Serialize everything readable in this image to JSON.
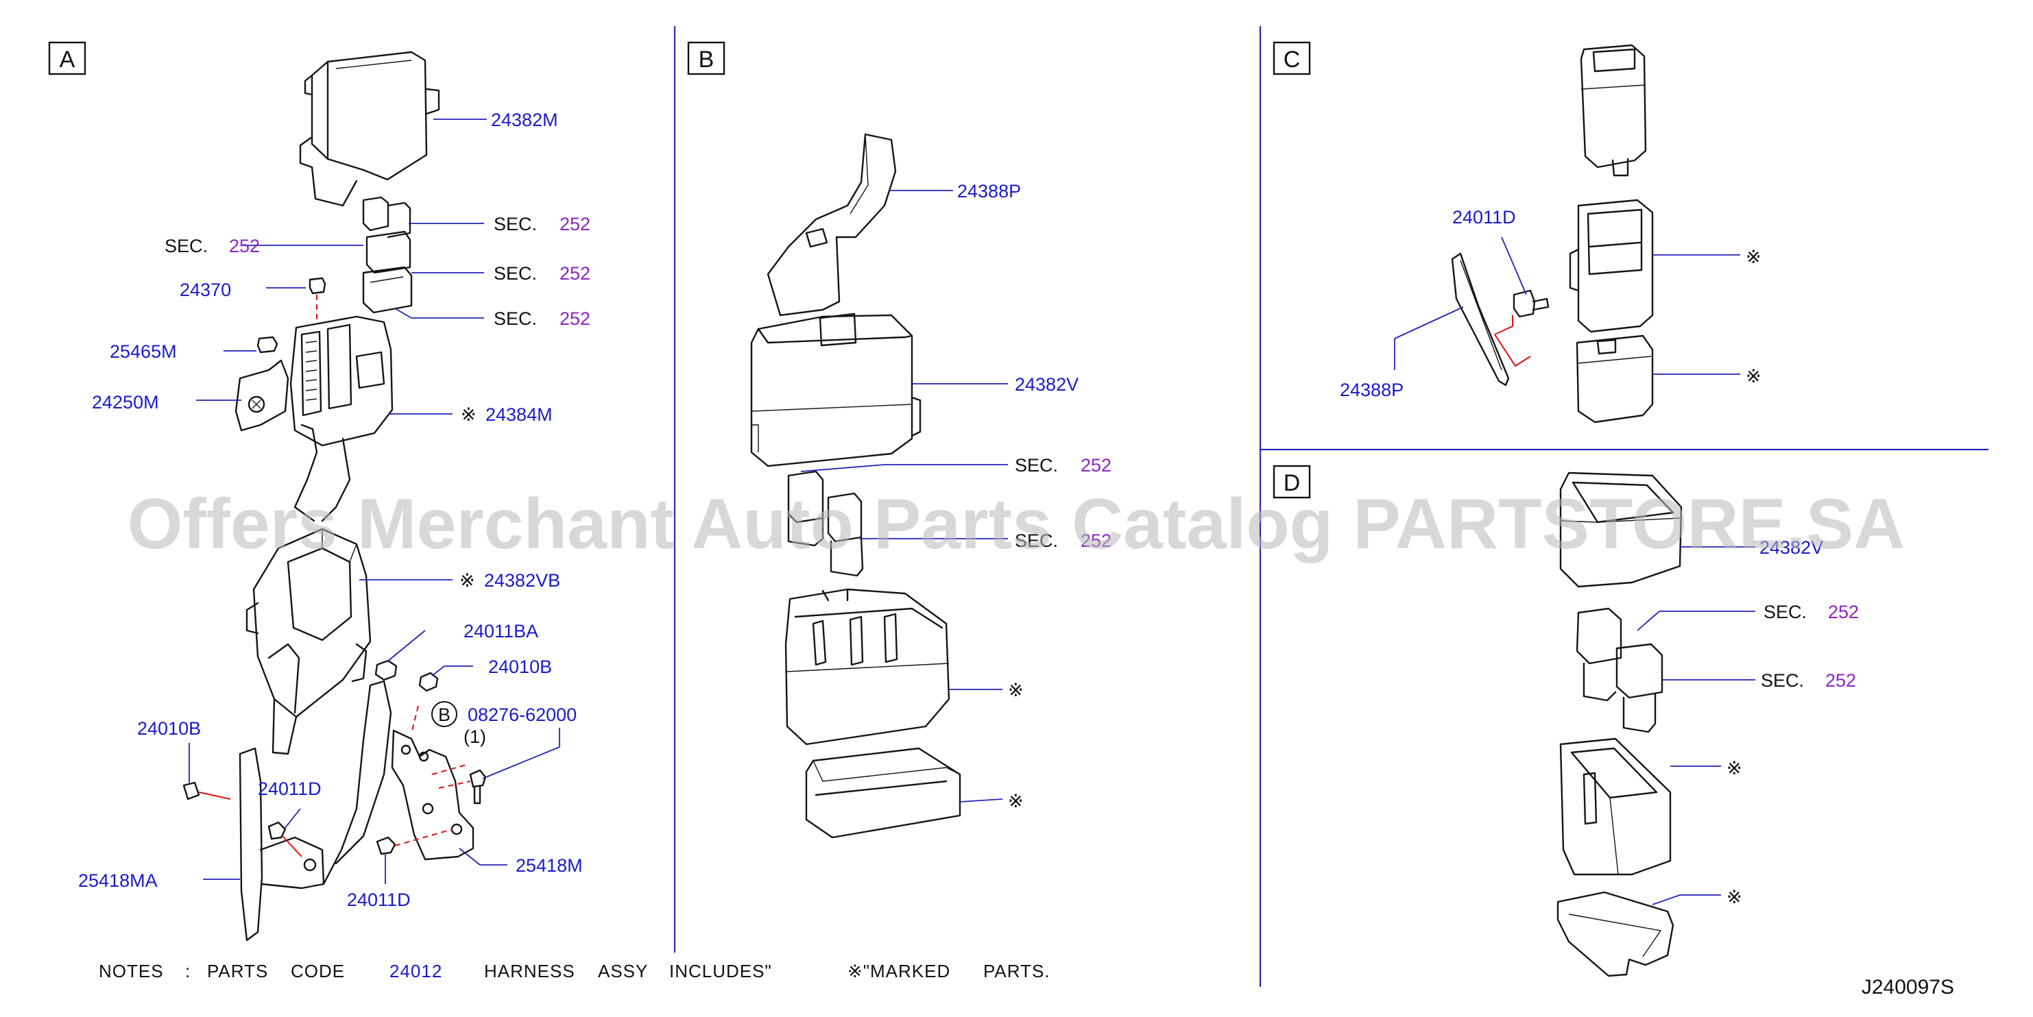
{
  "panels": [
    "A",
    "B",
    "C",
    "D"
  ],
  "labels": {
    "a_24382m": "24382M",
    "a_sec1": "SEC.",
    "a_sec1_num": "252",
    "a_sec2": "SEC.",
    "a_sec2_num": "252",
    "a_sec3": "SEC.",
    "a_sec3_num": "252",
    "a_sec4": "SEC.",
    "a_sec4_num": "252",
    "a_24370": "24370",
    "a_25465m": "25465M",
    "a_24250m": "24250M",
    "a_24384m": "24384M",
    "a_24382vb": "24382VB",
    "a_24011ba": "24011BA",
    "a_24010b_r": "24010B",
    "a_b_circle": "B",
    "a_08276": "08276-62000",
    "a_qty": "(1)",
    "a_24010b_l": "24010B",
    "a_24011d_1": "24011D",
    "a_25418ma": "25418MA",
    "a_25418m": "25418M",
    "a_24011d_2": "24011D",
    "b_24388p": "24388P",
    "b_24382v": "24382V",
    "b_sec1": "SEC.",
    "b_sec1_num": "252",
    "b_sec2": "SEC.",
    "b_sec2_num": "252",
    "c_24011d": "24011D",
    "c_24388p": "24388P",
    "d_24382v": "24382V",
    "d_sec1": "SEC.",
    "d_sec1_num": "252",
    "d_sec2": "SEC.",
    "d_sec2_num": "252",
    "mark": "※"
  },
  "notes": {
    "prefix": "NOTES",
    "colon": ":",
    "w1": "PARTS",
    "w2": "CODE",
    "code": "24012",
    "w3": "HARNESS",
    "w4": "ASSY",
    "w5": "INCLUDES\"",
    "marked": "※\"MARKED",
    "parts": "PARTS."
  },
  "diagram_id": "J240097S",
  "watermark": "Offers Merchant Auto Parts Catalog PARTSTORE.SA",
  "colors": {
    "part_number": "#1a1acc",
    "section_number": "#8a24c8",
    "guide_line": "#e01010",
    "divider": "#2a2ab0"
  }
}
